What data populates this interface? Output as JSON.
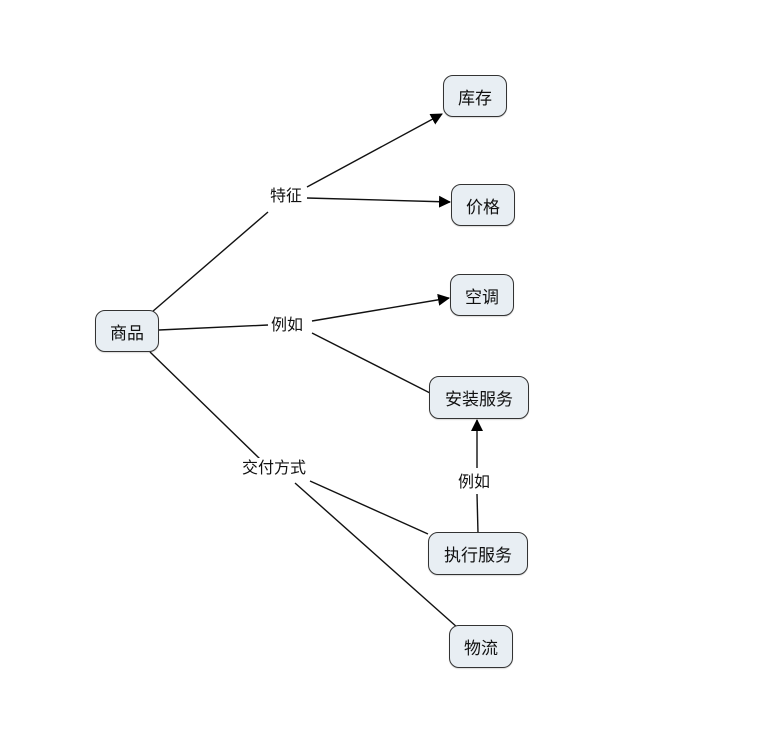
{
  "nodes": {
    "shangpin": "商品",
    "kucun": "库存",
    "jiage": "价格",
    "kongtiao": "空调",
    "anzhuang": "安装服务",
    "zhixing": "执行服务",
    "wuliu": "物流"
  },
  "link_labels": {
    "tezheng": "特征",
    "liru_top": "例如",
    "jiaofu": "交付方式",
    "liru_bottom": "例如"
  }
}
